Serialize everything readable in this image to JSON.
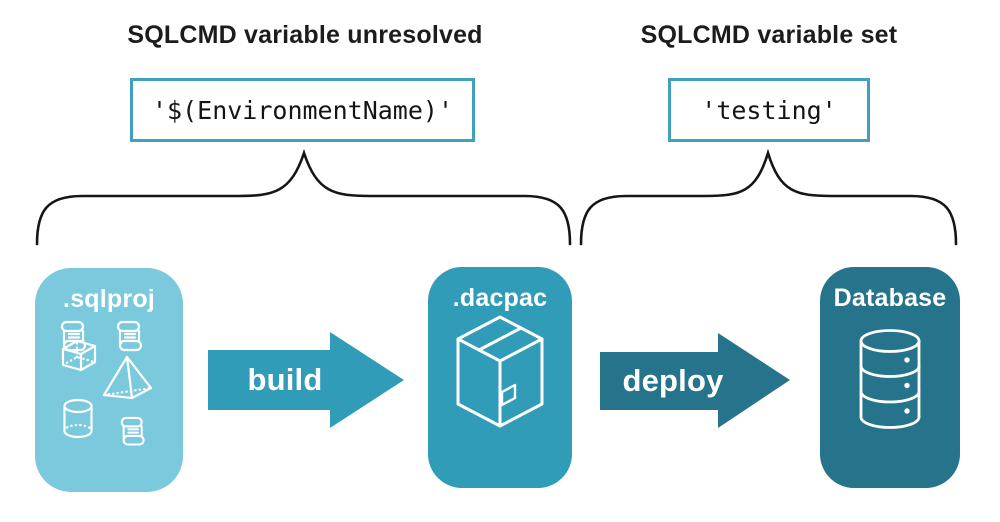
{
  "diagram": {
    "annotations": [
      {
        "title": "SQLCMD variable unresolved",
        "code": "'$(EnvironmentName)'"
      },
      {
        "title": "SQLCMD variable set",
        "code": "'testing'"
      }
    ],
    "stages": [
      {
        "label": ".sqlproj",
        "icon": "sql-project-objects-icon"
      },
      {
        "label": ".dacpac",
        "icon": "package-icon"
      },
      {
        "label": "Database",
        "icon": "database-icon"
      }
    ],
    "arrows": [
      {
        "label": "build"
      },
      {
        "label": "deploy"
      }
    ],
    "colors": {
      "stage_sqlproj_fill": "#7bc9dd",
      "stage_dacpac_fill": "#309cb8",
      "stage_database_fill": "#26748b",
      "build_arrow_fill": "#309cb8",
      "deploy_arrow_fill": "#26748b",
      "code_box_border": "#41a1bd",
      "heading_text": "#1c1c1c",
      "icon_stroke": "#ffffff"
    }
  }
}
